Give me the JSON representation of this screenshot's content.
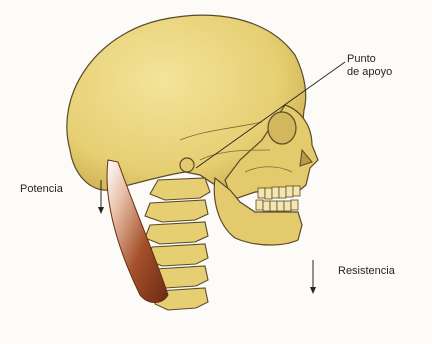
{
  "labels": {
    "pivot_line1": "Punto",
    "pivot_line2": "de apoyo",
    "power": "Potencia",
    "resistance": "Resistencia"
  },
  "colors": {
    "bone": "#e9d37a",
    "bone_shadow": "#c9ad4e",
    "outline": "#5a4a2a",
    "muscle_dark": "#7a3a1c",
    "muscle_light": "#d8a080",
    "background": "#fcfbf7"
  }
}
